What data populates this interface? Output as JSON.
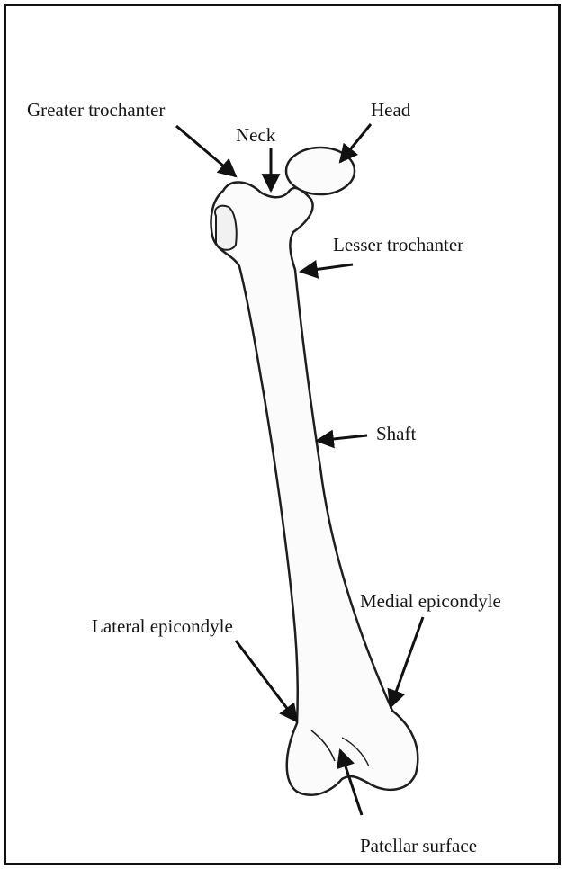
{
  "labels": {
    "greater_trochanter": "Greater trochanter",
    "neck": "Neck",
    "head": "Head",
    "lesser_trochanter": "Lesser trochanter",
    "shaft": "Shaft",
    "medial_epicondyle": "Medial epicondyle",
    "lateral_epicondyle": "Lateral epicondyle",
    "patellar_surface": "Patellar surface"
  }
}
